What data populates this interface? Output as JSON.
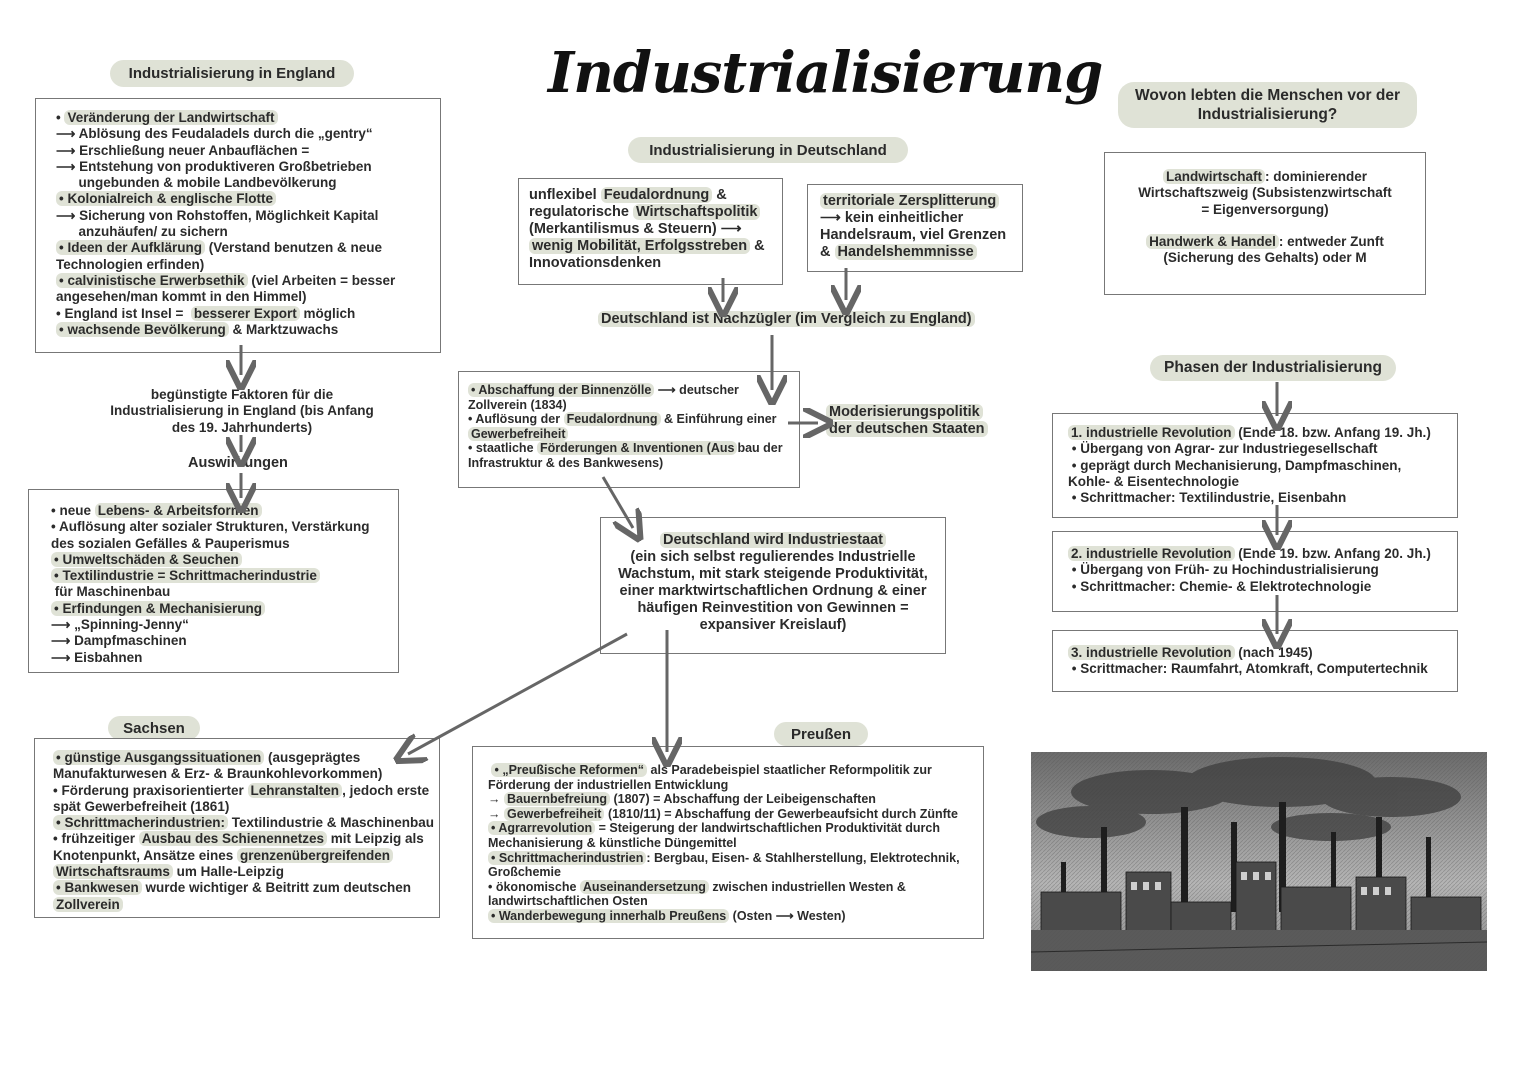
{
  "title": "Industrialisierung",
  "england": {
    "header": "Industrialisierung in England",
    "factors": [
      {
        "pre": "• ",
        "hl": "Veränderung der Landwirtschaft",
        "post": ""
      },
      {
        "pre": "⟶ Ablösung des Feudaladels durch die „gentry“",
        "hl": "",
        "post": ""
      },
      {
        "pre": "⟶ Erschließung neuer Anbauflächen =",
        "hl": "",
        "post": ""
      },
      {
        "pre": "⟶ Entstehung von produktiveren Großbetrieben",
        "hl": "",
        "post": ""
      },
      {
        "pre": "      ungebunden & mobile Landbevölkerung",
        "hl": "",
        "post": ""
      },
      {
        "pre": "",
        "hl": "• Kolonialreich & englische Flotte",
        "post": ""
      },
      {
        "pre": "⟶ Sicherung von Rohstoffen, Möglichkeit Kapital",
        "hl": "",
        "post": ""
      },
      {
        "pre": "      anzuhäufen/ zu sichern",
        "hl": "",
        "post": ""
      },
      {
        "pre": "",
        "hl": "• Ideen der Aufklärung",
        "post": " (Verstand benutzen & neue"
      },
      {
        "pre": "Technologien erfinden)",
        "hl": "",
        "post": ""
      },
      {
        "pre": "",
        "hl": "• calvinistische Erwerbsethik",
        "post": " (viel Arbeiten = besser"
      },
      {
        "pre": "angesehen/man kommt in den Himmel)",
        "hl": "",
        "post": ""
      },
      {
        "pre": "• England ist Insel =  ",
        "hl": "besserer Export",
        "post": " möglich"
      },
      {
        "pre": "",
        "hl": "• wachsende Bevölkerung",
        "post": " & Marktzuwachs"
      }
    ],
    "factors_caption": [
      "begünstigte Faktoren für die",
      "Industrialisierung in England (bis Anfang",
      "des 19. Jahrhunderts)"
    ],
    "effects_label": "Auswirkungen",
    "effects": [
      {
        "pre": "• neue ",
        "hl": "Lebens- & Arbeitsformen",
        "post": ""
      },
      {
        "pre": "• Auflösung alter sozialer Strukturen, Verstärkung",
        "hl": "",
        "post": ""
      },
      {
        "pre": "des sozialen Gefälles & Pauperismus",
        "hl": "",
        "post": ""
      },
      {
        "pre": "",
        "hl": "• Umweltschäden & Seuchen",
        "post": ""
      },
      {
        "pre": "",
        "hl": "• Textilindustrie = Schrittmacherindustrie",
        "post": ""
      },
      {
        "pre": " für Maschinenbau",
        "hl": "",
        "post": ""
      },
      {
        "pre": "",
        "hl": "• Erfindungen & Mechanisierung",
        "post": ""
      },
      {
        "pre": "⟶ „Spinning-Jenny“",
        "hl": "",
        "post": ""
      },
      {
        "pre": "⟶ Dampfmaschinen",
        "hl": "",
        "post": ""
      },
      {
        "pre": "⟶ Eisbahnen",
        "hl": "",
        "post": ""
      }
    ]
  },
  "deutschland": {
    "header": "Industrialisierung in Deutschland",
    "box1": [
      {
        "pre": "unflexibel ",
        "hl": "Feudalordnung",
        "post": " &"
      },
      {
        "pre": "regulatorische ",
        "hl": "Wirtschaftspolitik",
        "post": ""
      },
      {
        "pre": "(Merkantilismus & Steuern) ⟶",
        "hl": "",
        "post": ""
      },
      {
        "pre": "",
        "hl": "wenig Mobilität, Erfolgsstreben",
        "post": " &"
      },
      {
        "pre": "Innovationsdenken",
        "hl": "",
        "post": ""
      }
    ],
    "box2": [
      {
        "pre": "",
        "hl": "territoriale Zersplitterung",
        "post": ""
      },
      {
        "pre": "⟶ kein einheitlicher",
        "hl": "",
        "post": ""
      },
      {
        "pre": "Handelsraum, viel Grenzen",
        "hl": "",
        "post": ""
      },
      {
        "pre": "& ",
        "hl": "Handelshemmnisse",
        "post": ""
      }
    ],
    "nachzuegler": "Deutschland ist Nachzügler (im Vergleich zu England)",
    "reforms": [
      {
        "pre": "",
        "hl": "• Abschaffung der Binnenzölle",
        "post": " ⟶ deutscher"
      },
      {
        "pre": "Zollverein (1834)",
        "hl": "",
        "post": ""
      },
      {
        "pre": "• Auflösung der ",
        "hl": "Feudalordnung",
        "post": " & Einführung einer"
      },
      {
        "pre": "",
        "hl": "Gewerbefreiheit",
        "post": ""
      },
      {
        "pre": "• staatliche ",
        "hl": "Förderungen & Inventionen (Aus",
        "post": "bau der"
      },
      {
        "pre": "Infrastruktur & des Bankwesens)",
        "hl": "",
        "post": ""
      }
    ],
    "modern": [
      "Moderisierungspolitik",
      "der deutschen Staaten"
    ],
    "industriestaat_title": "Deutschland wird Industriestaat",
    "industriestaat": [
      "(ein sich selbst regulierendes Industrielle",
      "Wachstum, mit stark steigende Produktivität,",
      "einer marktwirtschaftlichen Ordnung & einer",
      "häufigen Reinvestition von Gewinnen =",
      "expansiver Kreislauf)"
    ]
  },
  "sachsen": {
    "header": "Sachsen",
    "items": [
      {
        "pre": "",
        "hl": "• günstige Ausgangssituationen",
        "post": " (ausgeprägtes"
      },
      {
        "pre": "Manufakturwesen & Erz- & Braunkohlevorkommen)",
        "hl": "",
        "post": ""
      },
      {
        "pre": "• Förderung praxisorientierter ",
        "hl": "Lehranstalten",
        "post": ", jedoch erste"
      },
      {
        "pre": "spät Gewerbefreiheit (1861)",
        "hl": "",
        "post": ""
      },
      {
        "pre": "",
        "hl": "• Schrittmacherindustrien:",
        "post": " Textilindustrie & Maschinenbau"
      },
      {
        "pre": "• frühzeitiger ",
        "hl": "Ausbau des Schienennetzes",
        "post": " mit Leipzig als"
      },
      {
        "pre": "Knotenpunkt, Ansätze eines ",
        "hl": "grenzenübergreifenden",
        "post": ""
      },
      {
        "pre": "",
        "hl": "Wirtschaftsraums",
        "post": " um Halle-Leipzig"
      },
      {
        "pre": "",
        "hl": "• Bankwesen",
        "post": " wurde wichtiger & Beitritt zum deutschen"
      },
      {
        "pre": "",
        "hl": "Zollverein",
        "post": ""
      }
    ]
  },
  "preussen": {
    "header": "Preußen",
    "items": [
      {
        "pre": " ",
        "hl": "• „Preußische Reformen“",
        "post": " als Paradebeispiel staatlicher Reformpolitik zur"
      },
      {
        "pre": "Förderung der industriellen Entwicklung",
        "hl": "",
        "post": ""
      },
      {
        "pre": "→ ",
        "hl": "Bauernbefreiung",
        "post": " (1807) = Abschaffung der Leibeigenschaften"
      },
      {
        "pre": "→ ",
        "hl": "Gewerbefreiheit",
        "post": " (1810/11) = Abschaffung der Gewerbeaufsicht durch Zünfte"
      },
      {
        "pre": "",
        "hl": "• Agrarrevolution",
        "post": " = Steigerung der landwirtschaftlichen Produktivität durch"
      },
      {
        "pre": "Mechanisierung & künstliche Düngemittel",
        "hl": "",
        "post": ""
      },
      {
        "pre": "",
        "hl": "• Schrittmacherindustrien",
        "post": ": Bergbau, Eisen- & Stahlherstellung, Elektrotechnik,"
      },
      {
        "pre": "Großchemie",
        "hl": "",
        "post": ""
      },
      {
        "pre": "• ökonomische ",
        "hl": "Auseinandersetzung",
        "post": " zwischen industriellen Westen &"
      },
      {
        "pre": "landwirtschaftlichen Osten",
        "hl": "",
        "post": ""
      },
      {
        "pre": "",
        "hl": "• Wanderbewegung innerhalb Preußens",
        "post": " (Osten ⟶ Westen)"
      }
    ]
  },
  "vorher": {
    "header": [
      "Wovon lebten die Menschen vor der",
      "Industrialisierung?"
    ],
    "lines": [
      {
        "pre": "",
        "hl": "Landwirtschaft",
        "post": ": dominierender"
      },
      {
        "pre": "Wirtschaftszweig (Subsistenzwirtschaft",
        "hl": "",
        "post": ""
      },
      {
        "pre": "= Eigenversorgung)",
        "hl": "",
        "post": ""
      },
      {
        "pre": " ",
        "hl": "",
        "post": ""
      },
      {
        "pre": "",
        "hl": "Handwerk & Handel",
        "post": ": entweder Zunft"
      },
      {
        "pre": "(Sicherung des Gehalts) oder M",
        "hl": "",
        "post": ""
      }
    ]
  },
  "phasen": {
    "header": "Phasen der Industrialisierung",
    "phase1": [
      {
        "pre": "",
        "hl": "1. industrielle Revolution",
        "post": " (Ende 18. bzw. Anfang 19. Jh.)"
      },
      {
        "pre": " • Übergang von Agrar- zur Industriegesellschaft",
        "hl": "",
        "post": ""
      },
      {
        "pre": " • geprägt durch Mechanisierung, Dampfmaschinen,",
        "hl": "",
        "post": ""
      },
      {
        "pre": "Kohle- & Eisentechnologie",
        "hl": "",
        "post": ""
      },
      {
        "pre": " • Schrittmacher: Textilindustrie, Eisenbahn",
        "hl": "",
        "post": ""
      }
    ],
    "phase2": [
      {
        "pre": "",
        "hl": "2. industrielle Revolution",
        "post": " (Ende 19. bzw. Anfang 20. Jh.)"
      },
      {
        "pre": " • Übergang von Früh- zu Hochindustrialisierung",
        "hl": "",
        "post": ""
      },
      {
        "pre": " • Schrittmacher: Chemie- & Elektrotechnologie",
        "hl": "",
        "post": ""
      }
    ],
    "phase3": [
      {
        "pre": "",
        "hl": "3. industrielle Revolution",
        "post": " (nach 1945)"
      },
      {
        "pre": " • Scrittmacher: Raumfahrt, Atomkraft, Computertechnik",
        "hl": "",
        "post": ""
      }
    ]
  }
}
